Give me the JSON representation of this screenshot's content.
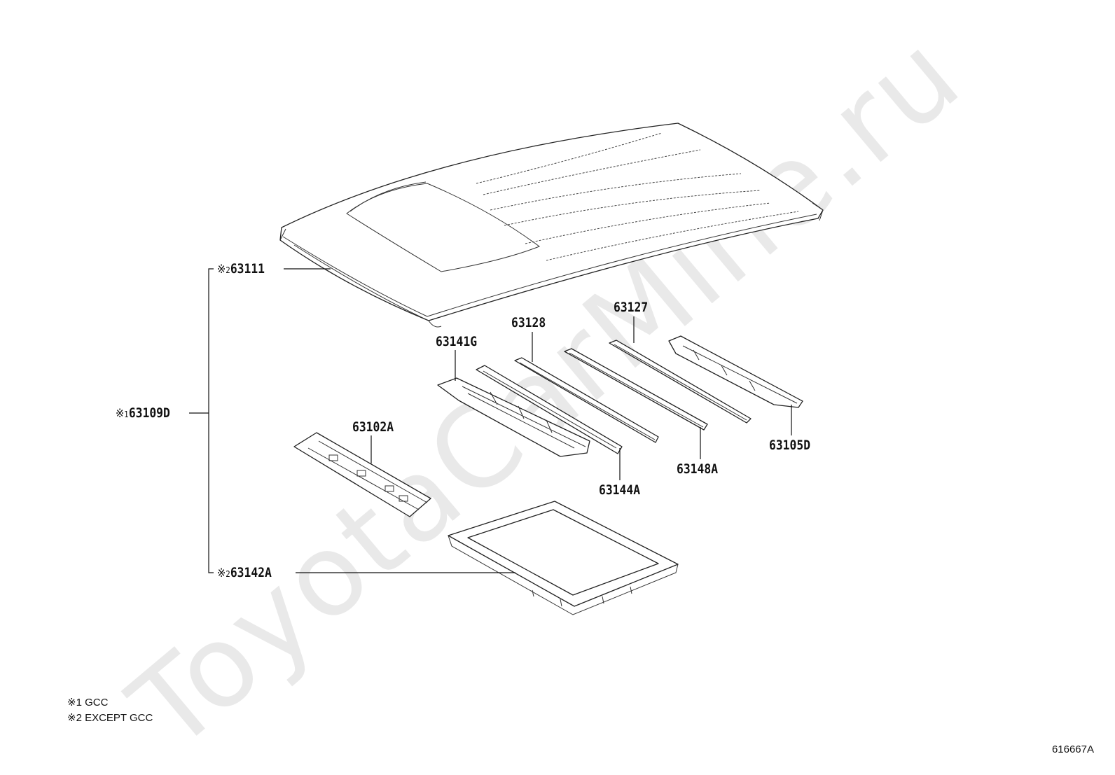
{
  "watermark": "ToyotaCarMine.ru",
  "parts": [
    {
      "id": "63111",
      "marker": "※",
      "marker_num": "2"
    },
    {
      "id": "63109D",
      "marker": "※",
      "marker_num": "1"
    },
    {
      "id": "63142A",
      "marker": "※",
      "marker_num": "2"
    },
    {
      "id": "63141G"
    },
    {
      "id": "63128"
    },
    {
      "id": "63127"
    },
    {
      "id": "63102A"
    },
    {
      "id": "63144A"
    },
    {
      "id": "63148A"
    },
    {
      "id": "63105D"
    }
  ],
  "notes": [
    "※1 GCC",
    "※2 EXCEPT GCC"
  ],
  "diagram_id": "616667A"
}
